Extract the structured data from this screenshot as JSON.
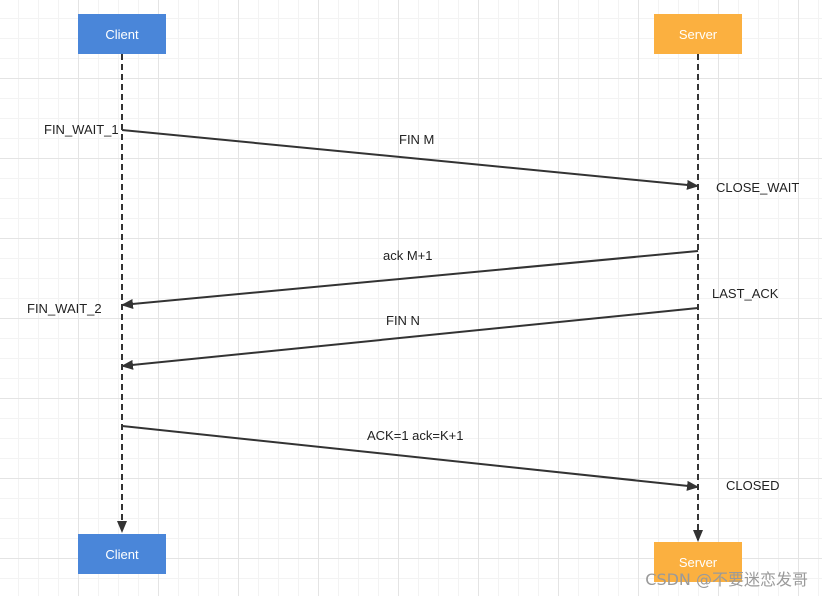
{
  "actors": {
    "client": "Client",
    "server": "Server"
  },
  "colors": {
    "client": "#4a86d9",
    "server": "#fbb040",
    "line": "#333333"
  },
  "states": {
    "fin_wait_1": "FIN_WAIT_1",
    "close_wait": "CLOSE_WAIT",
    "fin_wait_2": "FIN_WAIT_2",
    "last_ack": "LAST_ACK",
    "closed": "CLOSED"
  },
  "messages": [
    {
      "label": "FIN M",
      "from": "client",
      "to": "server"
    },
    {
      "label": "ack M+1",
      "from": "server",
      "to": "client"
    },
    {
      "label": "FIN N",
      "from": "server",
      "to": "client"
    },
    {
      "label": "ACK=1 ack=K+1",
      "from": "client",
      "to": "server"
    }
  ],
  "watermark": "CSDN @不要迷恋发哥"
}
